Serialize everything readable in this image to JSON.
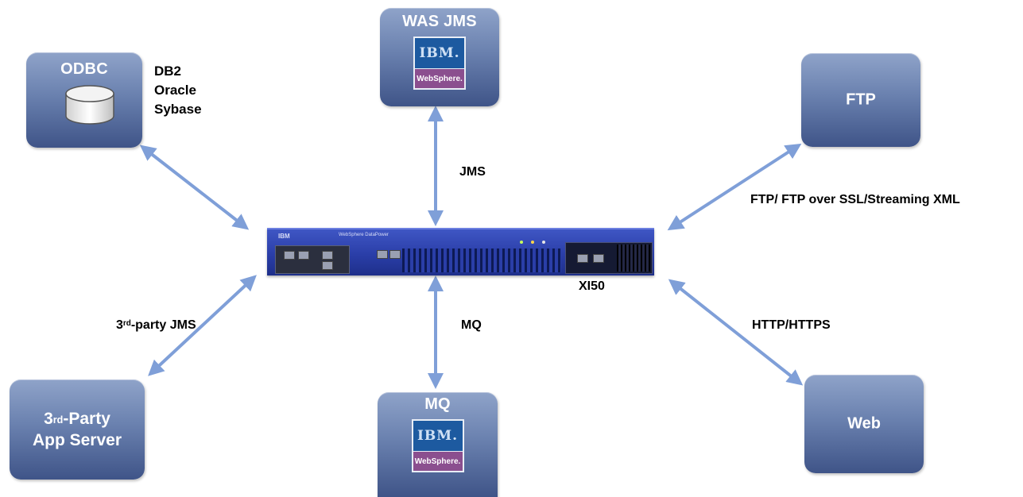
{
  "nodes": {
    "odbc": {
      "title": "ODBC",
      "icon": "database-cylinder-icon",
      "databases": [
        "DB2",
        "Oracle",
        "Sybase"
      ]
    },
    "was_jms": {
      "title": "WAS JMS",
      "logo_text": "IBM.",
      "logo_sub": "WebSphere."
    },
    "ftp": {
      "title": "FTP"
    },
    "third_party": {
      "title_line1_main": "3",
      "title_line1_sup": "rd",
      "title_line1_rest": "-Party",
      "title_line2": "App Server"
    },
    "mq": {
      "title": "MQ",
      "logo_text": "IBM.",
      "logo_sub": "WebSphere."
    },
    "web": {
      "title": "Web"
    }
  },
  "appliance": {
    "label": "XI50",
    "brand": "IBM",
    "model_text": "WebSphere DataPower"
  },
  "edges": {
    "jms": "JMS",
    "ftp": "FTP/ FTP over SSL/Streaming XML",
    "mq": "MQ",
    "http": "HTTP/HTTPS",
    "third_party_prefix": "3",
    "third_party_sup": "rd",
    "third_party_rest": "-party JMS"
  },
  "colors": {
    "node_top": "#8fa3c9",
    "node_bottom": "#3f5488",
    "arrow": "#7f9fd8",
    "appliance": "#2a3ea8",
    "websphere_purple": "#8b4f8f"
  }
}
